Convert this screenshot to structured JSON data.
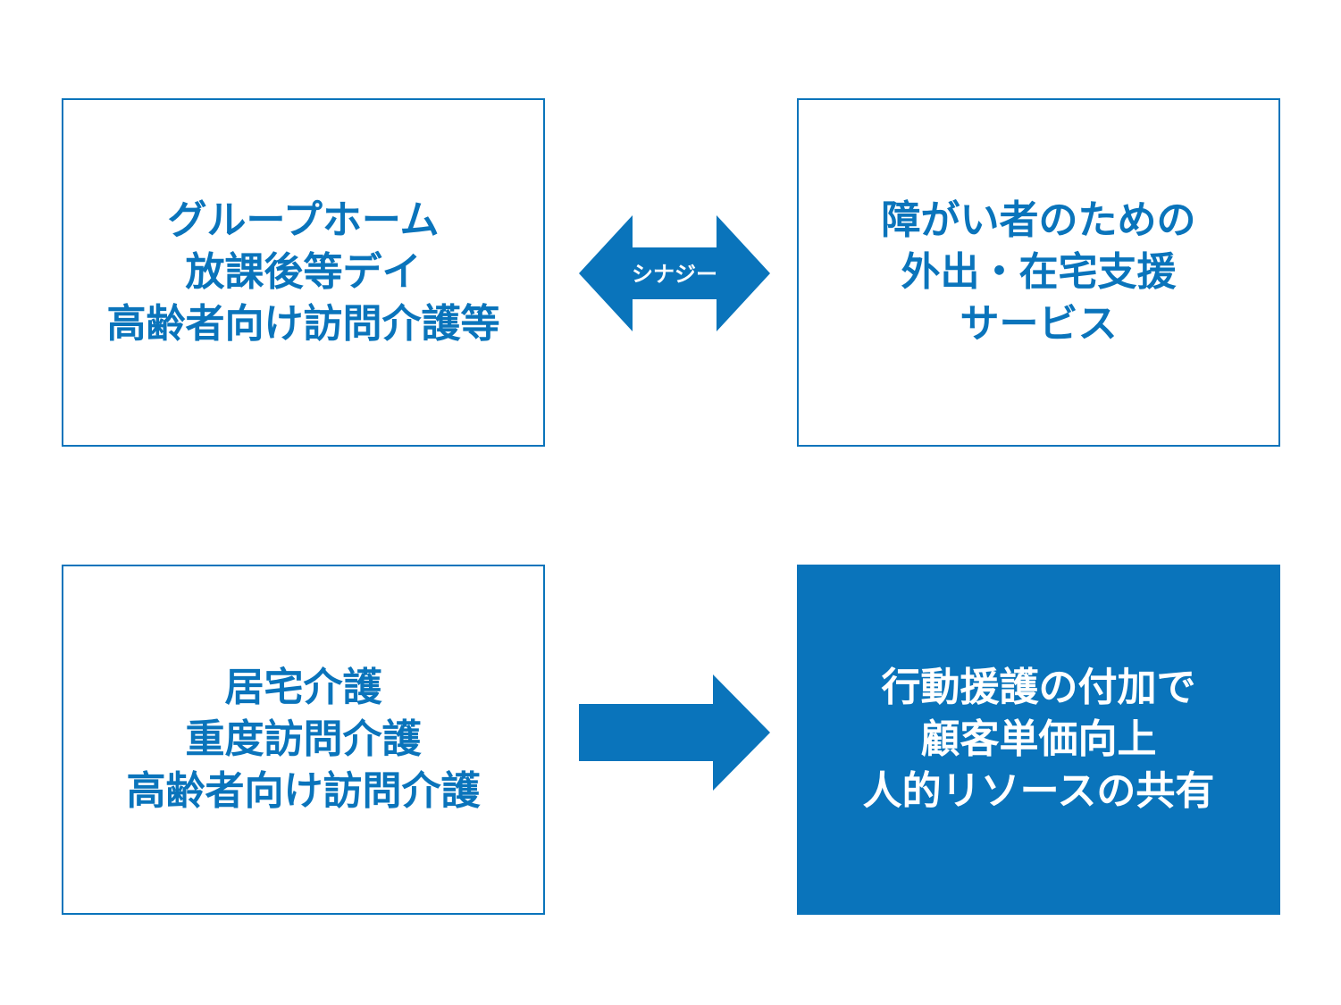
{
  "diagram": {
    "top_left": {
      "lines": [
        "グループホーム",
        "放課後等デイ",
        "高齢者向け訪問介護等"
      ]
    },
    "top_right": {
      "lines": [
        "障がい者のための",
        "外出・在宅支援",
        "サービス"
      ]
    },
    "bottom_left": {
      "lines": [
        "居宅介護",
        "重度訪問介護",
        "高齢者向け訪問介護"
      ]
    },
    "bottom_right": {
      "lines": [
        "行動援護の付加で",
        "顧客単価向上",
        "人的リソースの共有"
      ]
    },
    "synergy_arrow": {
      "label": "シナジー"
    },
    "colors": {
      "accent": "#0a74bb",
      "background": "#ffffff",
      "text_on_accent": "#ffffff"
    }
  }
}
